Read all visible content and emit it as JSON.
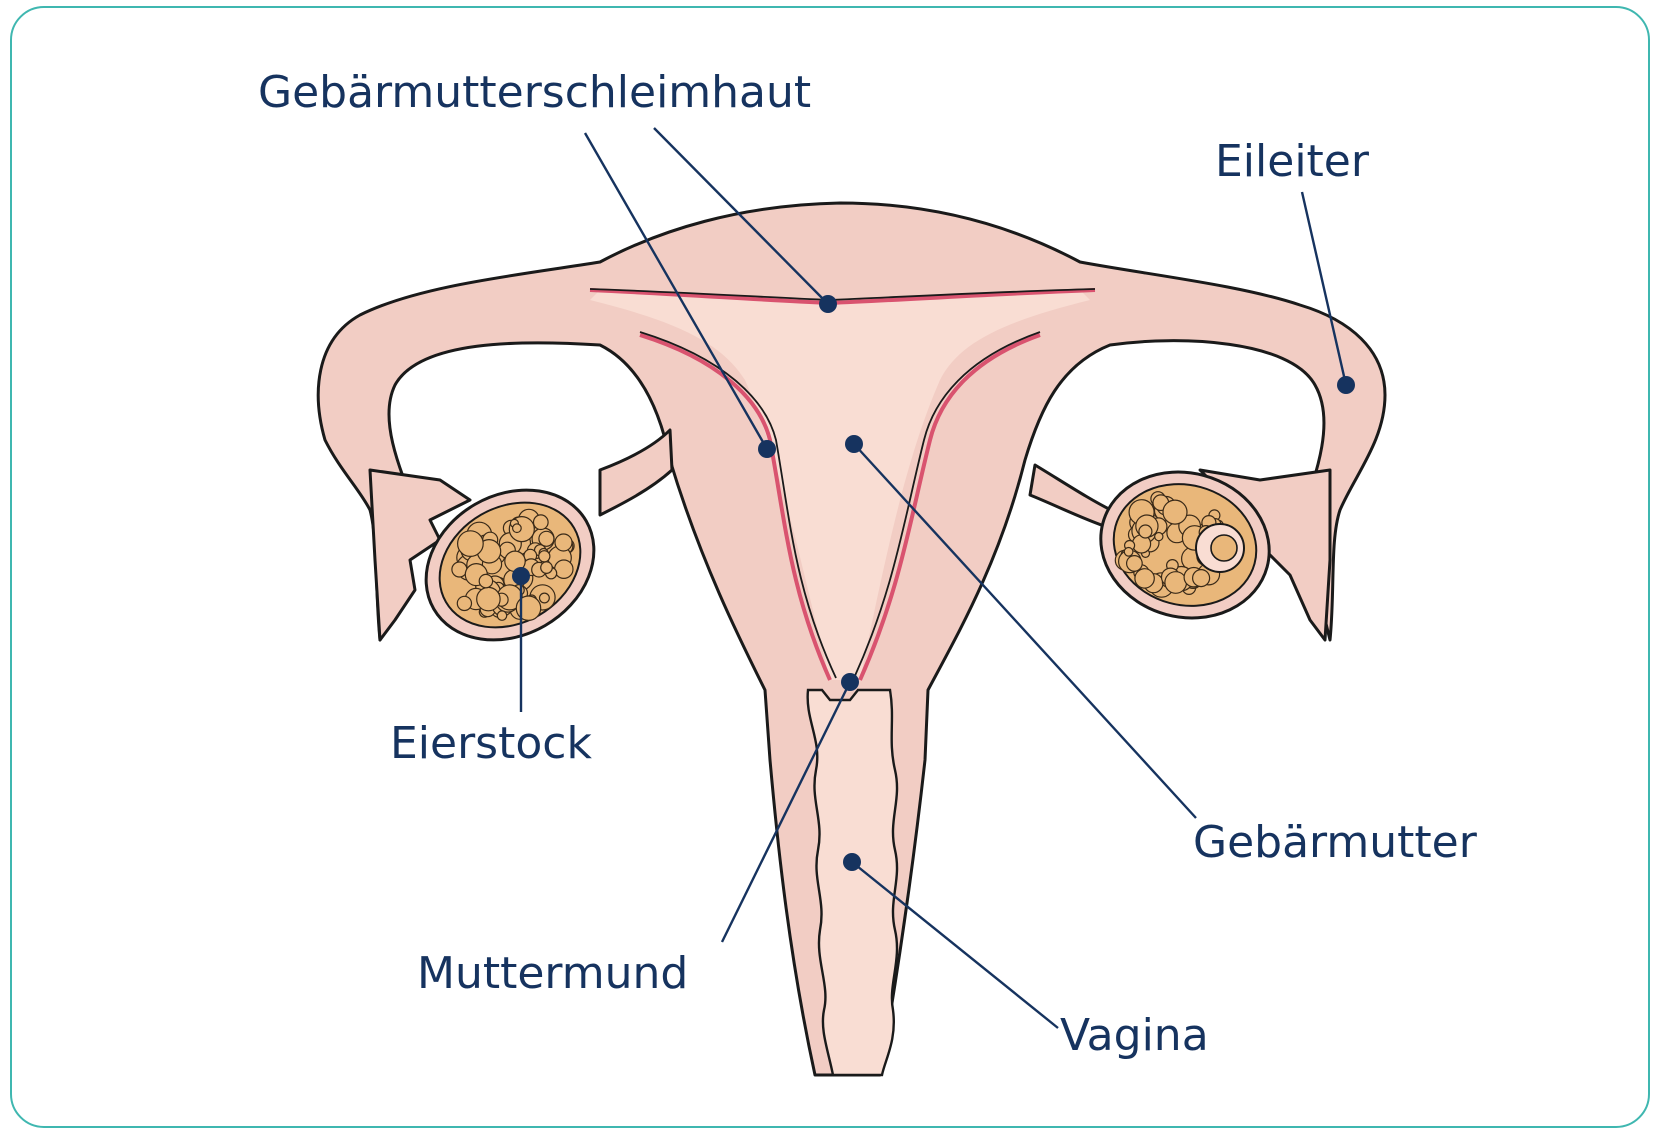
{
  "labels": {
    "endometrium": "Gebärmutterschleimhaut",
    "fallopian_tube": "Eileiter",
    "ovary": "Eierstock",
    "uterus": "Gebärmutter",
    "cervix": "Muttermund",
    "vagina": "Vagina"
  },
  "colors": {
    "frame_border": "#3fb7b0",
    "label_text": "#16335f",
    "tissue_outer": "#f2cdc4",
    "tissue_inner": "#f9ddd3",
    "endometrium_line": "#d9536f",
    "ovary_follicle": "#e9b77a"
  }
}
